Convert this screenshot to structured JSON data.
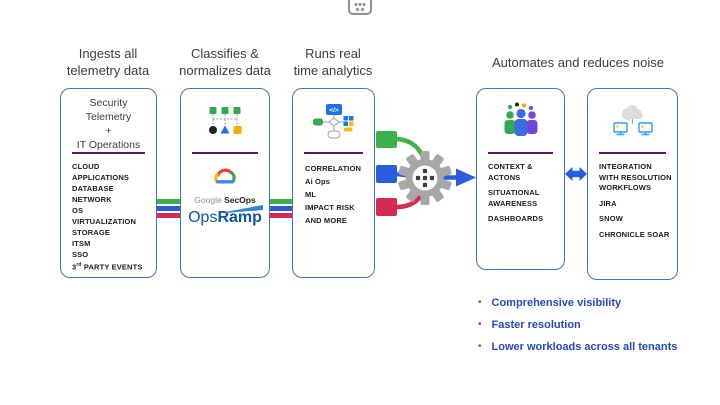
{
  "headers": {
    "ingest": {
      "line1": "Ingests all",
      "line2": "telemetry data"
    },
    "classify": {
      "line1": "Classifies &",
      "line2": "normalizes data"
    },
    "analytics": {
      "line1": "Runs real",
      "line2": "time analytics"
    },
    "automate": {
      "label": "Automates and reduces noise"
    }
  },
  "boxes": {
    "ingest": {
      "title_lines": [
        "Security",
        "Telemetry",
        "+",
        "IT Operations"
      ],
      "items": [
        "CLOUD",
        "APPLICATIONS",
        "DATABASE",
        "NETWORK",
        "OS",
        "VIRTUALIZATION",
        "STORAGE",
        "ITSM",
        "SSO"
      ],
      "third_party": {
        "pre": "3",
        "sup": "rd",
        "post": " PARTY EVENTS"
      }
    },
    "classify": {
      "icon": "classification-tree-icon",
      "google_logo": {
        "prefix": "Google ",
        "product": "SecOps"
      },
      "opsramp_logo": {
        "prefix": "Ops",
        "suffix": "Ramp"
      }
    },
    "analytics": {
      "icon": "code-workflow-icon",
      "code_glyph": "</>",
      "items": [
        "CORRELATION",
        "Ai Ops",
        "ML",
        "IMPACT RISK",
        "AND MORE"
      ]
    },
    "context": {
      "icon": "people-group-icon",
      "items": [
        "CONTEXT & ACTONS",
        "SITUATIONAL AWARENESS",
        "DASHBOARDS"
      ]
    },
    "integration": {
      "icon": "cloud-network-icon",
      "items": [
        "INTEGRATION WITH RESOLUTION WORKFLOWS",
        "JIRA",
        "SNOW",
        "CHRONICLE SOAR"
      ]
    }
  },
  "takeaways": [
    "Comprehensive visibility",
    "Faster resolution",
    "Lower workloads across all tenants"
  ],
  "colors": {
    "box_border": "#4472c4",
    "divider": "#5e1a66",
    "flow_green": "#3cb34a",
    "flow_blue": "#2b5ce0",
    "flow_red": "#d42a53",
    "gear_gray": "#a7a7a7",
    "takeaway_blue": "#2847c5"
  },
  "icons": {
    "top": "grip-dots-icon",
    "gear": "gear-icon",
    "between_boxes": "flow-lines",
    "handoff": "double-arrow-icon"
  }
}
